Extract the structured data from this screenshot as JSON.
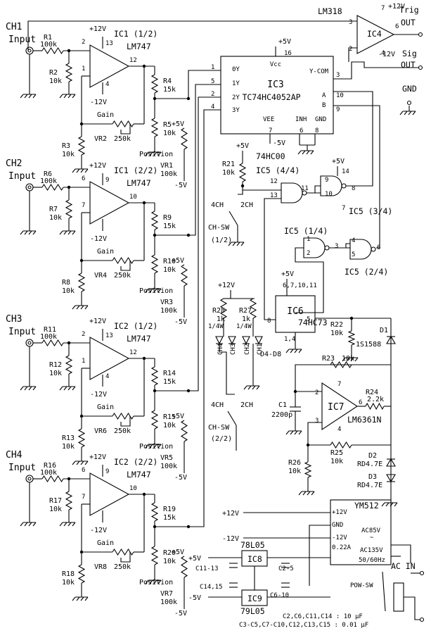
{
  "inputs": [
    {
      "ch": "CH1",
      "label": "Input"
    },
    {
      "ch": "CH2",
      "label": "Input"
    },
    {
      "ch": "CH3",
      "label": "Input"
    },
    {
      "ch": "CH4",
      "label": "Input"
    }
  ],
  "channels": [
    {
      "ic": "IC1 (1/2)",
      "part": "LM747",
      "pin_in_p": "2",
      "pin_in_n": "1",
      "pin_vp": "13",
      "pin_vn": "4",
      "pin_out": "12",
      "r_in": "R1",
      "r_in_v": "100k",
      "r_gnd": "R2",
      "r_gnd_v": "10k",
      "r_fb": "R3",
      "r_fb_v": "10k",
      "vr_gain": "VR2",
      "vr_gain_v": "250k",
      "r_div1": "R4",
      "r_div1_v": "15k",
      "r_div2": "R5",
      "r_div2_v": "10k",
      "vr_pos": "VR1",
      "vr_pos_v": "100k"
    },
    {
      "ic": "IC1 (2/2)",
      "part": "LM747",
      "pin_in_p": "6",
      "pin_in_n": "7",
      "pin_vp": "9",
      "pin_vn": "",
      "pin_out": "10",
      "r_in": "R6",
      "r_in_v": "100k",
      "r_gnd": "R7",
      "r_gnd_v": "10k",
      "r_fb": "R8",
      "r_fb_v": "10k",
      "vr_gain": "VR4",
      "vr_gain_v": "250k",
      "r_div1": "R9",
      "r_div1_v": "15k",
      "r_div2": "R10",
      "r_div2_v": "10k",
      "vr_pos": "VR3",
      "vr_pos_v": "100k"
    },
    {
      "ic": "IC2 (1/2)",
      "part": "LM747",
      "pin_in_p": "2",
      "pin_in_n": "1",
      "pin_vp": "13",
      "pin_vn": "4",
      "pin_out": "12",
      "r_in": "R11",
      "r_in_v": "100k",
      "r_gnd": "R12",
      "r_gnd_v": "10k",
      "r_fb": "R13",
      "r_fb_v": "10k",
      "vr_gain": "VR6",
      "vr_gain_v": "250k",
      "r_div1": "R14",
      "r_div1_v": "15k",
      "r_div2": "R15",
      "r_div2_v": "10k",
      "vr_pos": "VR5",
      "vr_pos_v": "100k"
    },
    {
      "ic": "IC2 (2/2)",
      "part": "LM747",
      "pin_in_p": "6",
      "pin_in_n": "7",
      "pin_vp": "9",
      "pin_vn": "",
      "pin_out": "10",
      "r_in": "R16",
      "r_in_v": "100k",
      "r_gnd": "R17",
      "r_gnd_v": "10k",
      "r_fb": "R18",
      "r_fb_v": "10k",
      "vr_gain": "VR8",
      "vr_gain_v": "250k",
      "r_div1": "R19",
      "r_div1_v": "15k",
      "r_div2": "R20",
      "r_div2_v": "10k",
      "vr_pos": "VR7",
      "vr_pos_v": "100k"
    }
  ],
  "labels": {
    "gain": "Gain",
    "position": "Position",
    "p12": "+12V",
    "m12": "-12V",
    "p5": "+5V",
    "m5": "-5V",
    "gnd": "GND"
  },
  "ic4": {
    "name": "IC4",
    "part": "LM318",
    "p2": "2",
    "p3": "3",
    "p4": "4",
    "p6": "6",
    "p7": "7",
    "vp": "+12V",
    "vn": "-12V"
  },
  "outputs": {
    "trig": "Trig",
    "sig": "Sig",
    "out": "OUT"
  },
  "ic3": {
    "name": "IC3",
    "part": "TC74HC4052AP",
    "vcc": "Vcc",
    "vee": "VEE",
    "inh": "INH",
    "gnd": "GND",
    "a": "A",
    "b": "B",
    "ycom": "Y-COM",
    "pins": {
      "p1": "1",
      "p5": "5",
      "p2": "2",
      "p4": "4",
      "p16": "16",
      "p3": "3",
      "p10": "10",
      "p9": "9",
      "p7": "7",
      "p6": "6",
      "p8": "8"
    },
    "in_labels": [
      "0Y",
      "1Y",
      "2Y",
      "3Y"
    ]
  },
  "ic5": {
    "part": "74HC00",
    "g44": "IC5 (4/4)",
    "g34": "IC5 (3/4)",
    "g14": "IC5 (1/4)",
    "g24": "IC5 (2/4)",
    "pins": {
      "p12": "12",
      "p13": "13",
      "p11": "11",
      "p9": "9",
      "p14": "14",
      "p10": "10",
      "p8": "8",
      "p7": "7",
      "p1": "1",
      "p2": "2",
      "p3": "3",
      "p4": "4",
      "p5": "5",
      "p6": "6"
    }
  },
  "ic6": {
    "name": "IC6",
    "part": "74HC73",
    "pins_top": "6,7,10,11",
    "p8": "8",
    "p5": "5",
    "pins_bot": "1,4"
  },
  "ic7": {
    "name": "IC7",
    "part": "LM6361N",
    "p2": "2",
    "p3": "3",
    "p4": "4",
    "p6": "6",
    "p7": "7"
  },
  "sw": {
    "ch4": "4CH",
    "ch2": "2CH",
    "sw1": "CH-SW",
    "sw1_part": "(1/2)",
    "sw2": "CH-SW",
    "sw2_part": "(2/2)",
    "pow": "POW-SW",
    "ac": "AC IN"
  },
  "misc": {
    "r21": "R21",
    "r21_v": "10k",
    "r22": "R22",
    "r22_v": "10k",
    "r23": "R23",
    "r23_v": "10k",
    "r24": "R24",
    "r24_v": "2.2k",
    "r25": "R25",
    "r25_v": "10k",
    "r26": "R26",
    "r26_v": "10k",
    "r27": "R27",
    "r27_v": "1k",
    "r27_w": "1/4W",
    "r28": "R28",
    "r28_v": "1k",
    "r28_w": "1/4W",
    "c1": "C1",
    "c1_v": "2200p",
    "d1": "D1",
    "d1_v": "1S1588",
    "d2": "D2",
    "d2_v": "RD4.7E",
    "d3": "D3",
    "d3_v": "RD4.7E",
    "leds": "D4-D8",
    "led1": "CH1",
    "led2": "CH2",
    "led3": "CH3",
    "led4": "CH4"
  },
  "power": {
    "ic8": "IC8",
    "ic8_part": "78L05",
    "ic9": "IC9",
    "ic9_part": "79L05",
    "c11": "C11-13",
    "c2": "C2-5",
    "c14": "C14,15",
    "c6": "C6-10",
    "ym": "YM512",
    "ym_p12": "+12V",
    "ym_gnd": "GND",
    "ym_m12": "-12V",
    "ym_a": "0.22A",
    "ym_ac1": "AC85V",
    "ym_tilde": "~",
    "ym_ac2": "AC135V",
    "ym_hz": "50/60Hz",
    "note1": "C2,C6,C11,C14 : 10 μF",
    "note2": "C3-C5,C7-C10,C12,C13,C15 : 0.01 μF"
  }
}
